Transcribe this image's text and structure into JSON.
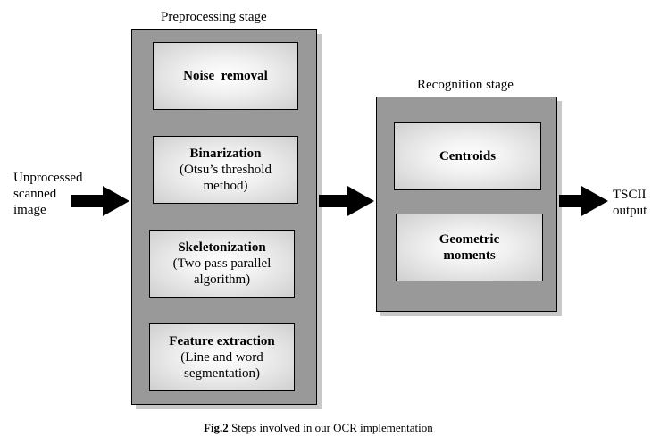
{
  "preprocessing": {
    "title": "Preprocessing stage",
    "steps": [
      {
        "title": "Noise  removal",
        "detail": ""
      },
      {
        "title": "Binarization",
        "detail": "(Otsu’s threshold method)"
      },
      {
        "title": "Skeletonization",
        "detail": "(Two pass parallel algorithm)"
      },
      {
        "title": "Feature extraction",
        "detail": "(Line and word segmentation)"
      }
    ]
  },
  "recognition": {
    "title": "Recognition stage",
    "steps": [
      {
        "title": "Centroids"
      },
      {
        "title": "Geometric moments"
      }
    ]
  },
  "input_label": [
    "Unprocessed",
    "scanned",
    "image"
  ],
  "output_label": [
    "TSCII",
    "output"
  ],
  "caption": {
    "prefix": "Fig.2",
    "text": " Steps involved in our OCR implementation"
  }
}
